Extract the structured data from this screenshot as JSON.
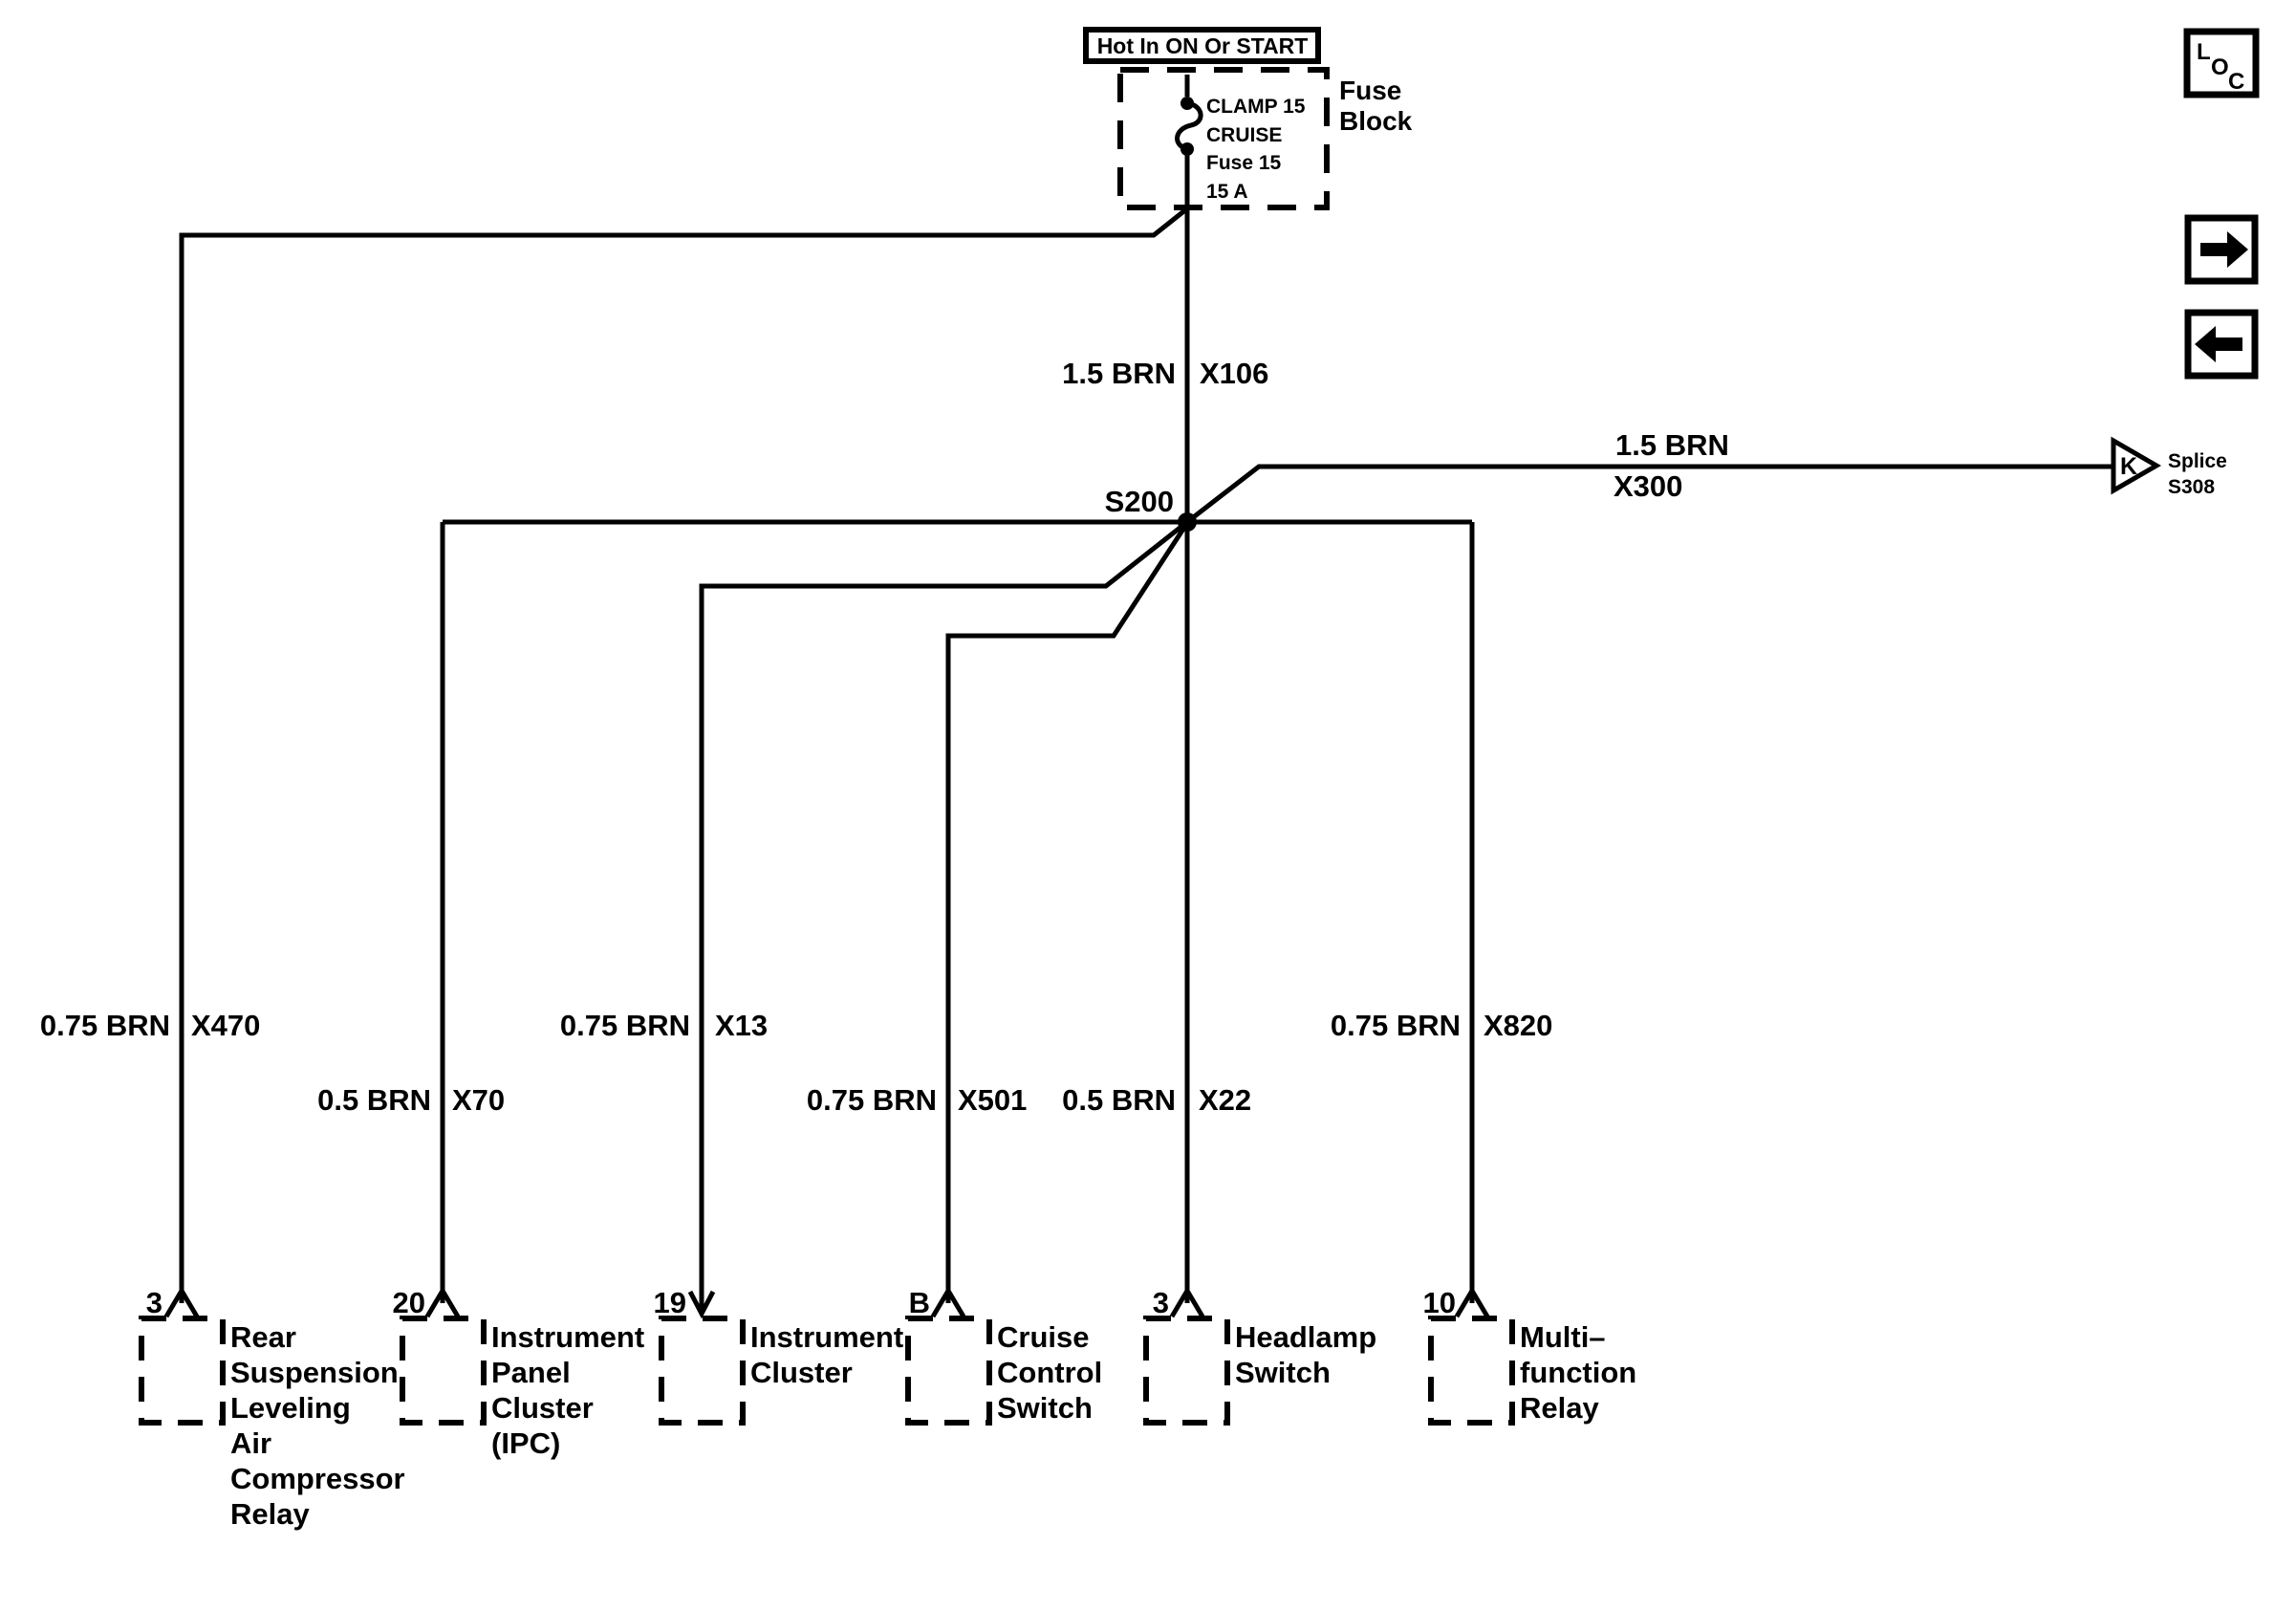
{
  "header": {
    "hot_label": "Hot In ON Or START",
    "fuse_block_label_lines": [
      "Fuse",
      "Block"
    ],
    "fuse_text_lines": [
      "CLAMP 15",
      "CRUISE",
      "Fuse 15",
      "15 A"
    ]
  },
  "icons": {
    "loc_letters": [
      "L",
      "O",
      "C"
    ],
    "next_arrow": "right-arrow",
    "prev_arrow": "left-arrow"
  },
  "splices": {
    "s200_label": "S200",
    "s308": {
      "arrow_letter": "K",
      "label_lines": [
        "Splice",
        "S308"
      ]
    }
  },
  "wires": {
    "x106": {
      "gauge_color": "1.5 BRN",
      "id": "X106"
    },
    "x300": {
      "gauge_color": "1.5 BRN",
      "id": "X300"
    },
    "x470": {
      "gauge_color": "0.75 BRN",
      "id": "X470"
    },
    "x70": {
      "gauge_color": "0.5 BRN",
      "id": "X70"
    },
    "x13": {
      "gauge_color": "0.75 BRN",
      "id": "X13"
    },
    "x501": {
      "gauge_color": "0.75 BRN",
      "id": "X501"
    },
    "x22": {
      "gauge_color": "0.5 BRN",
      "id": "X22"
    },
    "x820": {
      "gauge_color": "0.75 BRN",
      "id": "X820"
    }
  },
  "components": [
    {
      "pin": "3",
      "label_lines": [
        "Rear",
        "Suspension",
        "Leveling",
        "Air",
        "Compressor",
        "Relay"
      ]
    },
    {
      "pin": "20",
      "label_lines": [
        "Instrument",
        "Panel",
        "Cluster",
        "(IPC)"
      ]
    },
    {
      "pin": "19",
      "label_lines": [
        "Instrument",
        "Cluster"
      ]
    },
    {
      "pin": "B",
      "label_lines": [
        "Cruise",
        "Control",
        "Switch"
      ]
    },
    {
      "pin": "3",
      "label_lines": [
        "Headlamp",
        "Switch"
      ]
    },
    {
      "pin": "10",
      "label_lines": [
        "Multi–",
        "function",
        "Relay"
      ]
    }
  ],
  "colors": {
    "line": "#000000",
    "background": "#ffffff"
  }
}
